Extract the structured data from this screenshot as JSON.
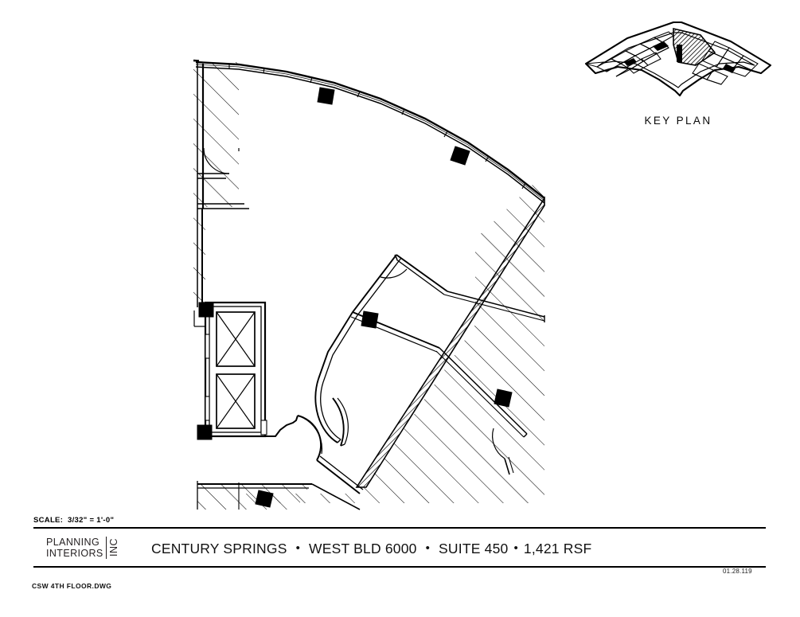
{
  "sheet": {
    "background": "#ffffff",
    "ink": "#000000"
  },
  "keyplan": {
    "label": "KEY PLAN",
    "highlight_fill": "crosshatch",
    "description": "chevron-shaped building footprint with highlighted suite"
  },
  "plan": {
    "name": "suite-floor-plan",
    "hatch_meaning": "adjacent space outside suite",
    "elevators": 2,
    "columns": 7
  },
  "titleblock": {
    "scale": "SCALE:  3/32\" = 1'-0\"",
    "logo": {
      "line1": "PLANNING",
      "line2": "INTERIORS",
      "suffix": "INC"
    },
    "project": "CENTURY SPRINGS",
    "building": "WEST BLD 6000",
    "suite": "SUITE 450",
    "area": "1,421 RSF",
    "separator": "•",
    "date_code": "01.28.119",
    "dwg_file": "CSW 4TH FLOOR.DWG"
  }
}
